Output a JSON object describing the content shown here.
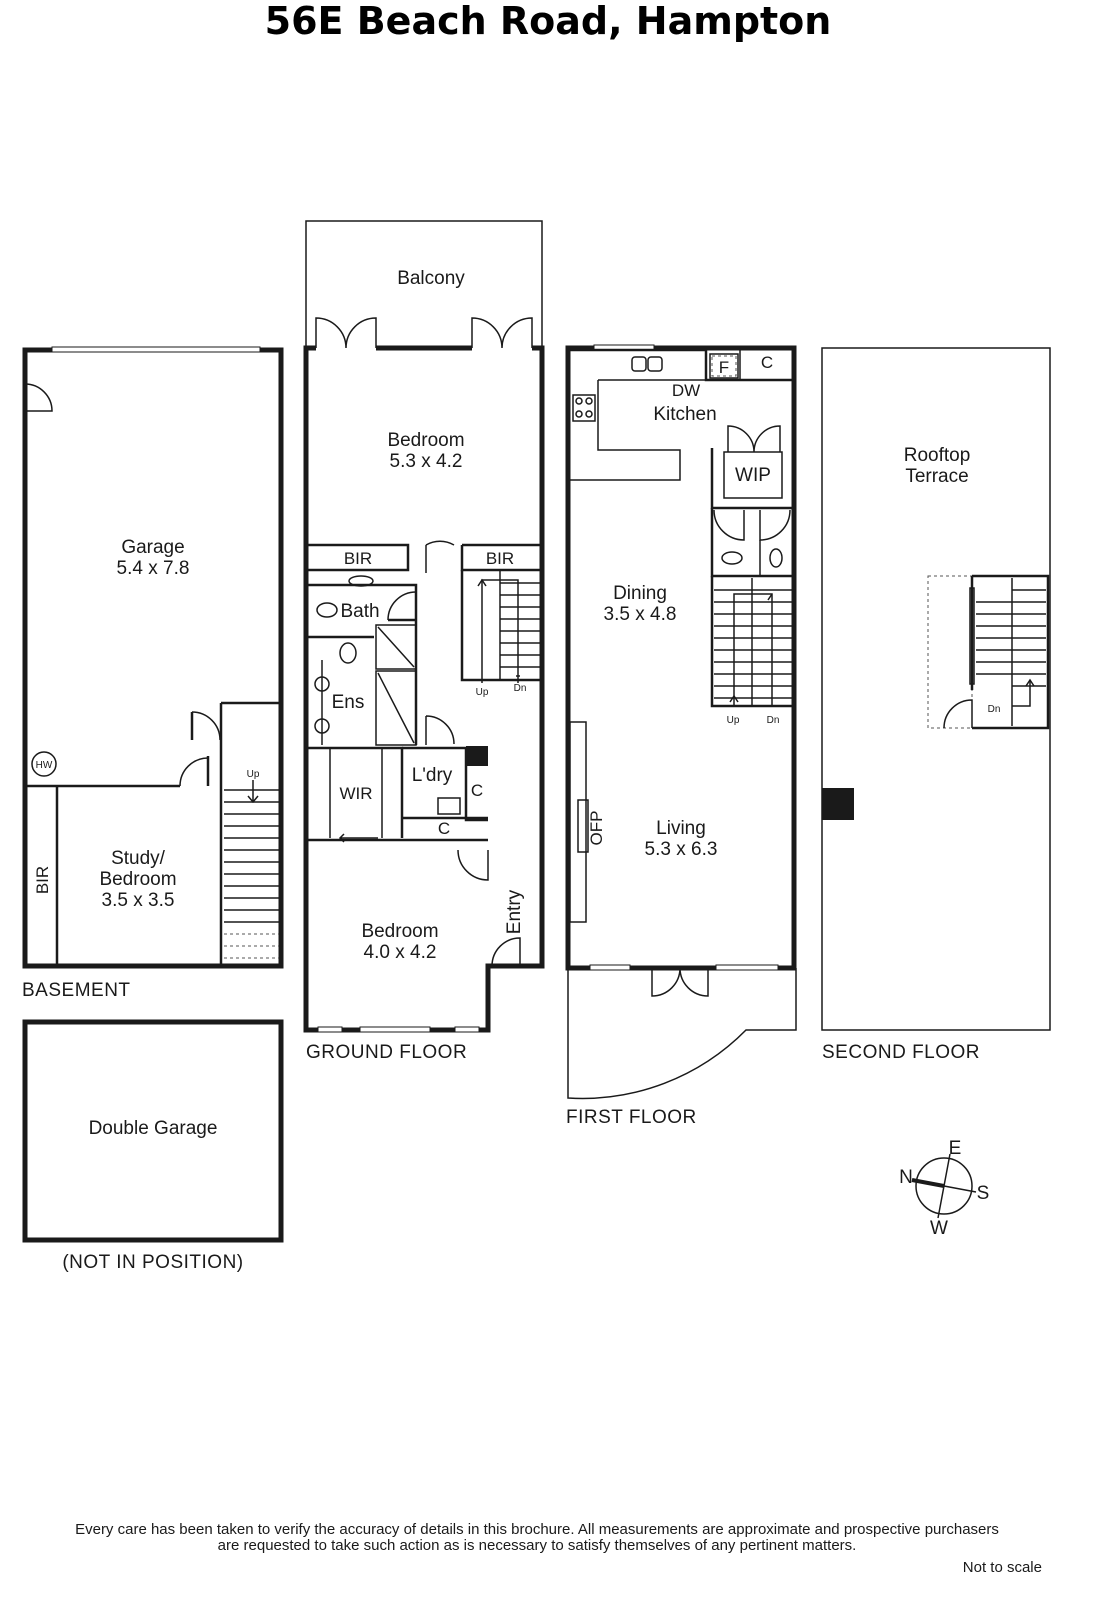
{
  "title": "56E Beach Road, Hampton",
  "floors": {
    "basement": "BASEMENT",
    "ground": "GROUND FLOOR",
    "first": "FIRST FLOOR",
    "second": "SECOND FLOOR",
    "not_in_position": "(NOT IN POSITION)"
  },
  "rooms": {
    "garage": {
      "name": "Garage",
      "size": "5.4 x 7.8"
    },
    "study": {
      "line1": "Study/",
      "line2": "Bedroom",
      "size": "3.5 x 3.5"
    },
    "bir_basement": "BIR",
    "hw": "HW",
    "double_garage": "Double Garage",
    "balcony": "Balcony",
    "bedroom_main": {
      "name": "Bedroom",
      "size": "5.3 x 4.2"
    },
    "bir_left": "BIR",
    "bir_right": "BIR",
    "bath": "Bath",
    "ens": "Ens",
    "wir": "WIR",
    "laundry": "L'dry",
    "c1": "C",
    "c2": "C",
    "entry": "Entry",
    "bedroom_front": {
      "name": "Bedroom",
      "size": "4.0 x 4.2"
    },
    "kitchen": "Kitchen",
    "dw": "DW",
    "fridge": "F",
    "c_kitchen": "C",
    "wip": "WIP",
    "dining": {
      "name": "Dining",
      "size": "3.5 x 4.8"
    },
    "living": {
      "name": "Living",
      "size": "5.3 x 6.3"
    },
    "ofp": "OFP",
    "rooftop": {
      "line1": "Rooftop",
      "line2": "Terrace"
    }
  },
  "stairs": {
    "up": "Up",
    "dn": "Dn"
  },
  "compass": {
    "n": "N",
    "e": "E",
    "s": "S",
    "w": "W"
  },
  "disclaimer": {
    "line1": "Every care has been taken to verify the accuracy of details in this brochure.  All measurements are approximate and prospective purchasers",
    "line2": "are requested to take such action as is necessary to satisfy themselves of any pertinent matters.",
    "scale": "Not to scale"
  }
}
